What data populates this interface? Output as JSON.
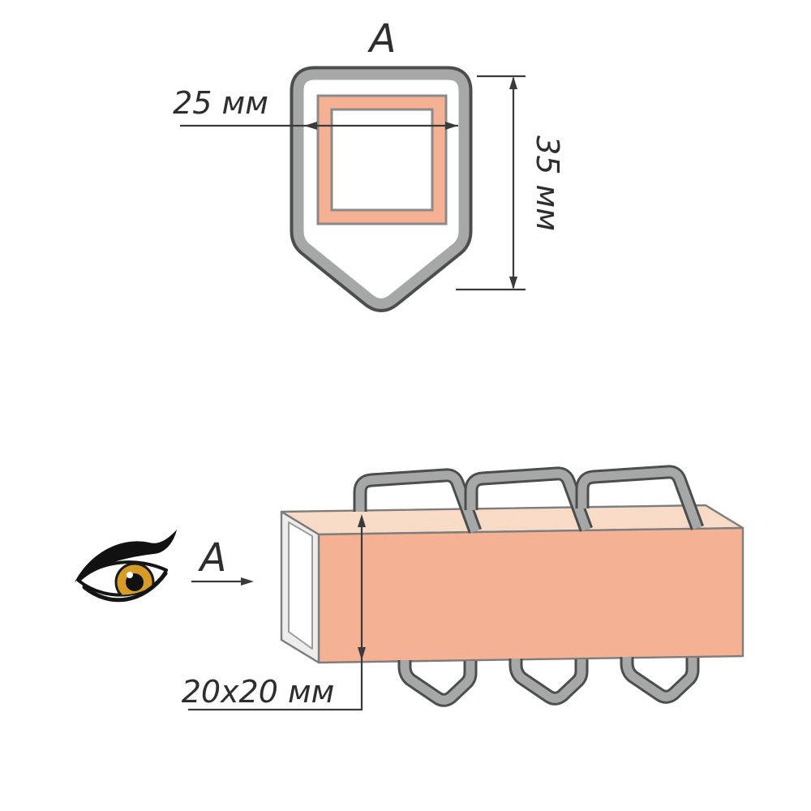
{
  "section_view": {
    "label": "A",
    "width_dim_label": "25 мм",
    "height_dim_label": "35 мм"
  },
  "side_view": {
    "direction_label": "A",
    "tube_dim_label": "20x20 мм"
  },
  "colors": {
    "clip_band": "#a6a7a7",
    "clip_outline": "#4d4d4d",
    "tube_wall": "#f4b194",
    "tube_top": "#f8dbc6",
    "tube_end": "#efedec",
    "dim_line": "#3a3a3a",
    "iris": "#d79b28"
  }
}
